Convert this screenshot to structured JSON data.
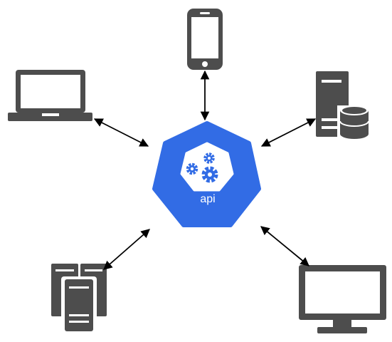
{
  "hub": {
    "label": "api",
    "icon": "gears-icon",
    "color": "#326ce5"
  },
  "nodes": [
    {
      "id": "smartphone",
      "icon": "smartphone-icon"
    },
    {
      "id": "laptop",
      "icon": "laptop-icon"
    },
    {
      "id": "server-database",
      "icon": "server-database-icon"
    },
    {
      "id": "server-cluster",
      "icon": "server-cluster-icon"
    },
    {
      "id": "desktop-monitor",
      "icon": "monitor-icon"
    }
  ],
  "colors": {
    "device": "#4d4d4d",
    "arrow": "#000000",
    "hub_inner": "#ffffff"
  }
}
